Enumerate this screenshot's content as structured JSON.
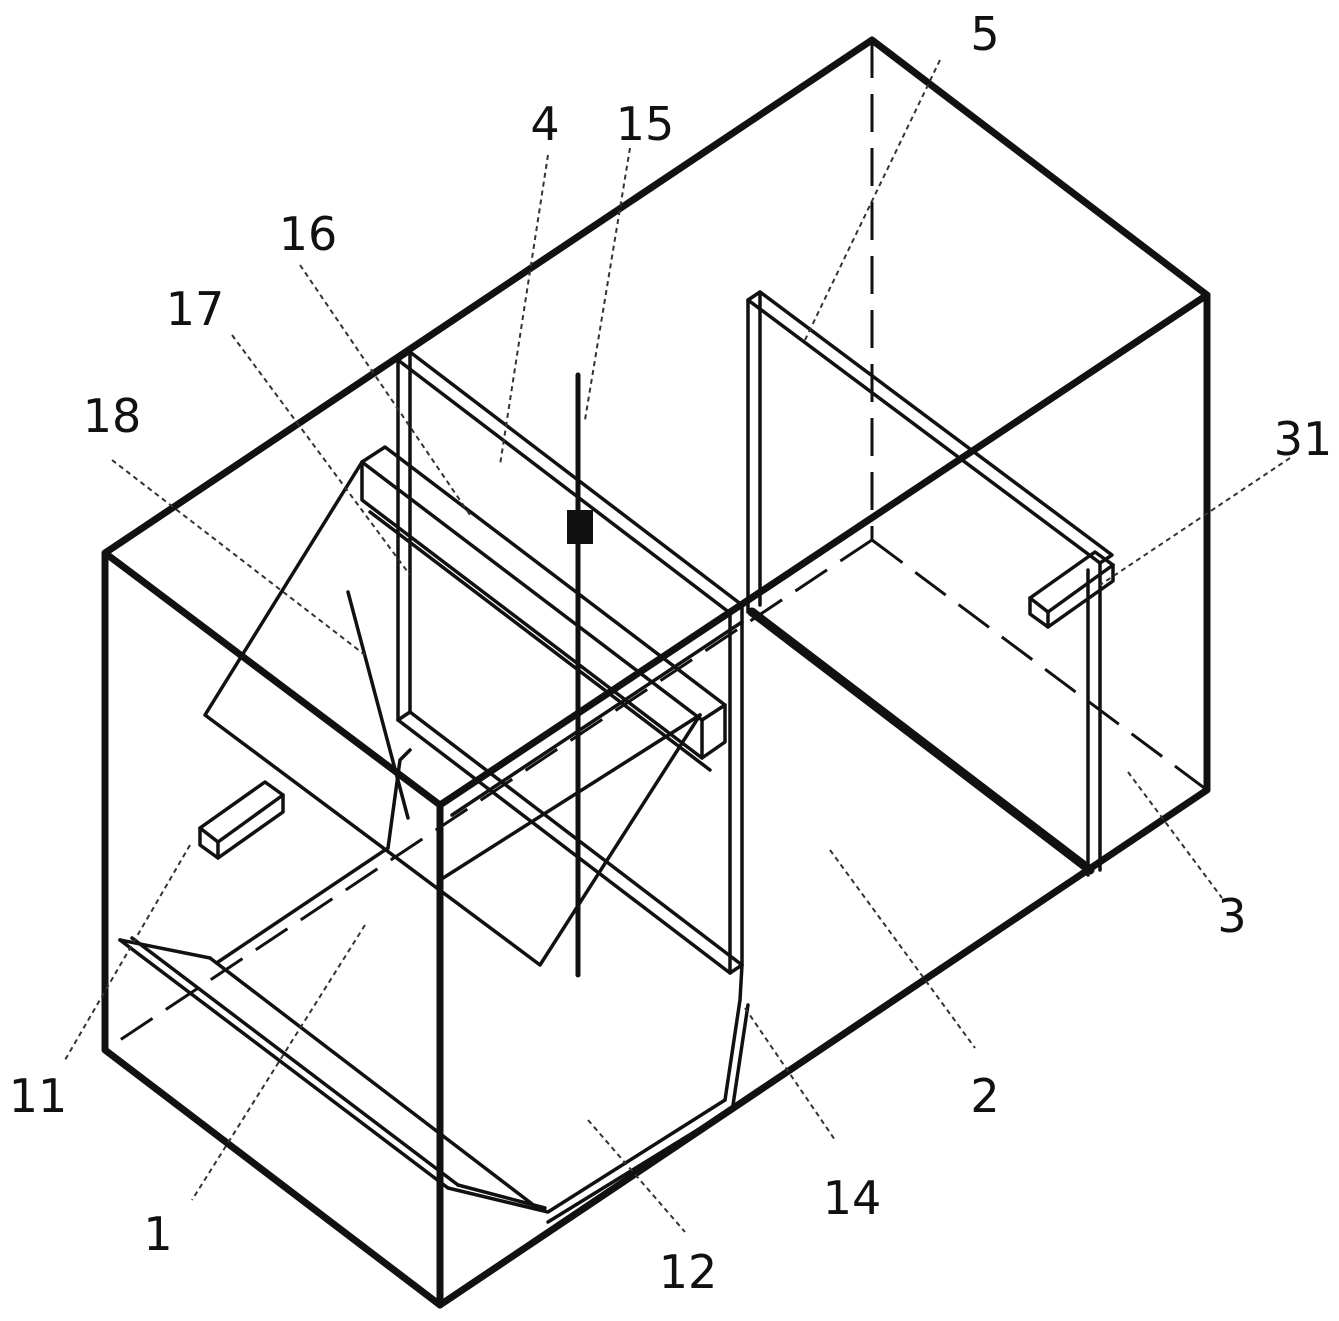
{
  "figure": {
    "labels": [
      {
        "id": "1",
        "text": "1"
      },
      {
        "id": "2",
        "text": "2"
      },
      {
        "id": "3",
        "text": "3"
      },
      {
        "id": "4",
        "text": "4"
      },
      {
        "id": "5",
        "text": "5"
      },
      {
        "id": "11",
        "text": "11"
      },
      {
        "id": "12",
        "text": "12"
      },
      {
        "id": "14",
        "text": "14"
      },
      {
        "id": "15",
        "text": "15"
      },
      {
        "id": "16",
        "text": "16"
      },
      {
        "id": "17",
        "text": "17"
      },
      {
        "id": "18",
        "text": "18"
      },
      {
        "id": "31",
        "text": "31"
      }
    ]
  }
}
